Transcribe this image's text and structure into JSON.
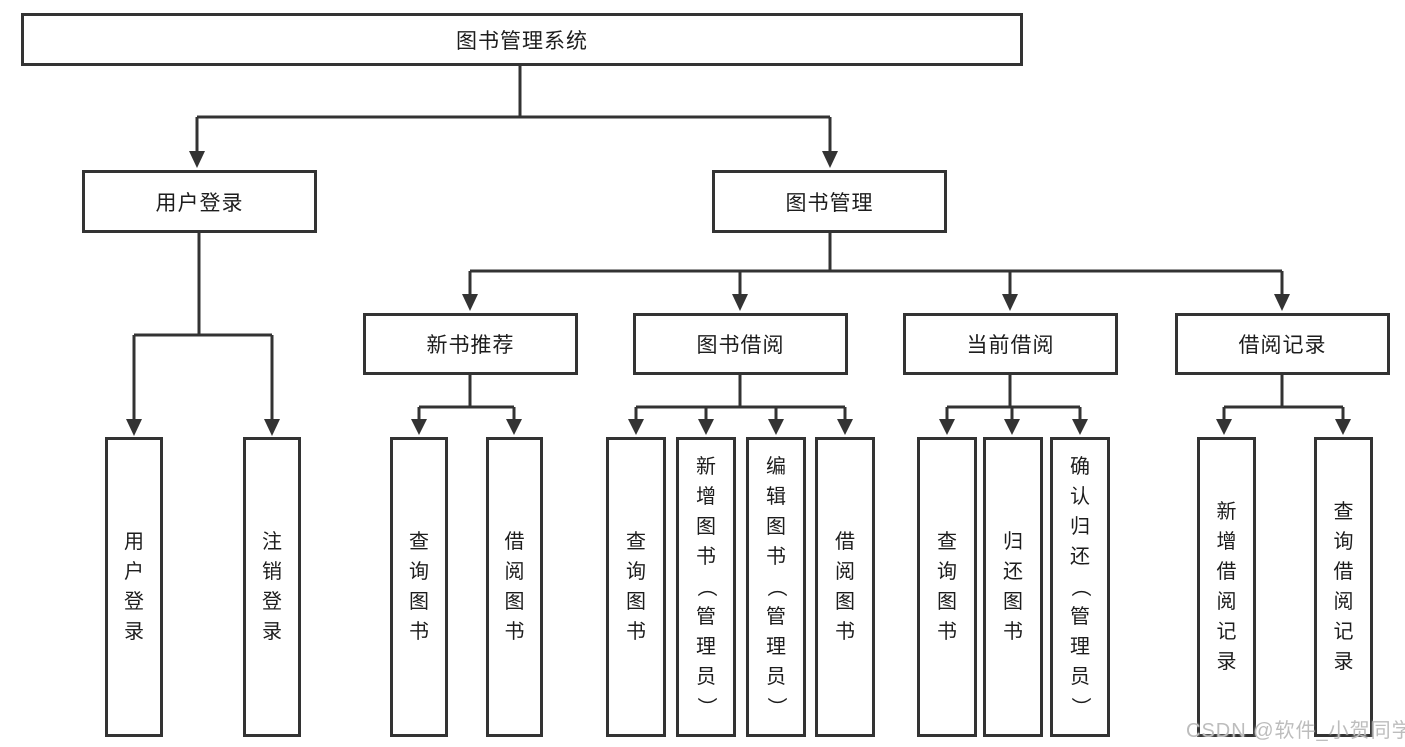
{
  "tree": {
    "label": "图书管理系统",
    "children": [
      {
        "label": "用户登录",
        "children": [
          {
            "label": "用户登录"
          },
          {
            "label": "注销登录"
          }
        ]
      },
      {
        "label": "图书管理",
        "children": [
          {
            "label": "新书推荐",
            "children": [
              {
                "label": "查询图书"
              },
              {
                "label": "借阅图书"
              }
            ]
          },
          {
            "label": "图书借阅",
            "children": [
              {
                "label": "查询图书"
              },
              {
                "label": "新增图书（管理员）"
              },
              {
                "label": "编辑图书（管理员）"
              },
              {
                "label": "借阅图书"
              }
            ]
          },
          {
            "label": "当前借阅",
            "children": [
              {
                "label": "查询图书"
              },
              {
                "label": "归还图书"
              },
              {
                "label": "确认归还（管理员）"
              }
            ]
          },
          {
            "label": "借阅记录",
            "children": [
              {
                "label": "新增借阅记录"
              },
              {
                "label": "查询借阅记录"
              }
            ]
          }
        ]
      }
    ]
  },
  "watermark": "CSDN @软件_小贺同学",
  "colors": {
    "line": "#333333",
    "text": "#1d1d1d",
    "watermark": "#bdbdbd",
    "background": "#ffffff"
  }
}
